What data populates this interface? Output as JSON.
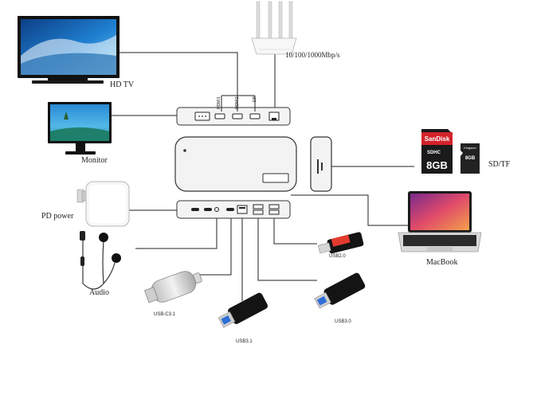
{
  "labels": {
    "hdtv": "HD TV",
    "monitor": "Monitor",
    "router_speed": "10/100/1000Mbp/s",
    "pd_power": "PD power",
    "audio": "Audio",
    "sdtf": "SD/TF",
    "macbook": "MacBook",
    "usb20": "USB2.0",
    "usb30": "USB3.0",
    "usb31": "USB3.1",
    "usbc31": "USB-C3.1"
  },
  "ports": {
    "hdmi1": "HDMI1",
    "hdmi2": "HDMI2",
    "dp": "DP"
  },
  "sd_card": {
    "brand": "SanDisk",
    "capacity": "8GB",
    "type": "SDHC"
  },
  "micro_sd": {
    "brand": "Kingston",
    "capacity": "8GB"
  },
  "colors": {
    "line": "#222222",
    "hub_body": "#f3f3f3",
    "usb_blue": "#2f6fd6",
    "usb_red": "#e23b2e",
    "sandisk_red": "#d3222b"
  }
}
